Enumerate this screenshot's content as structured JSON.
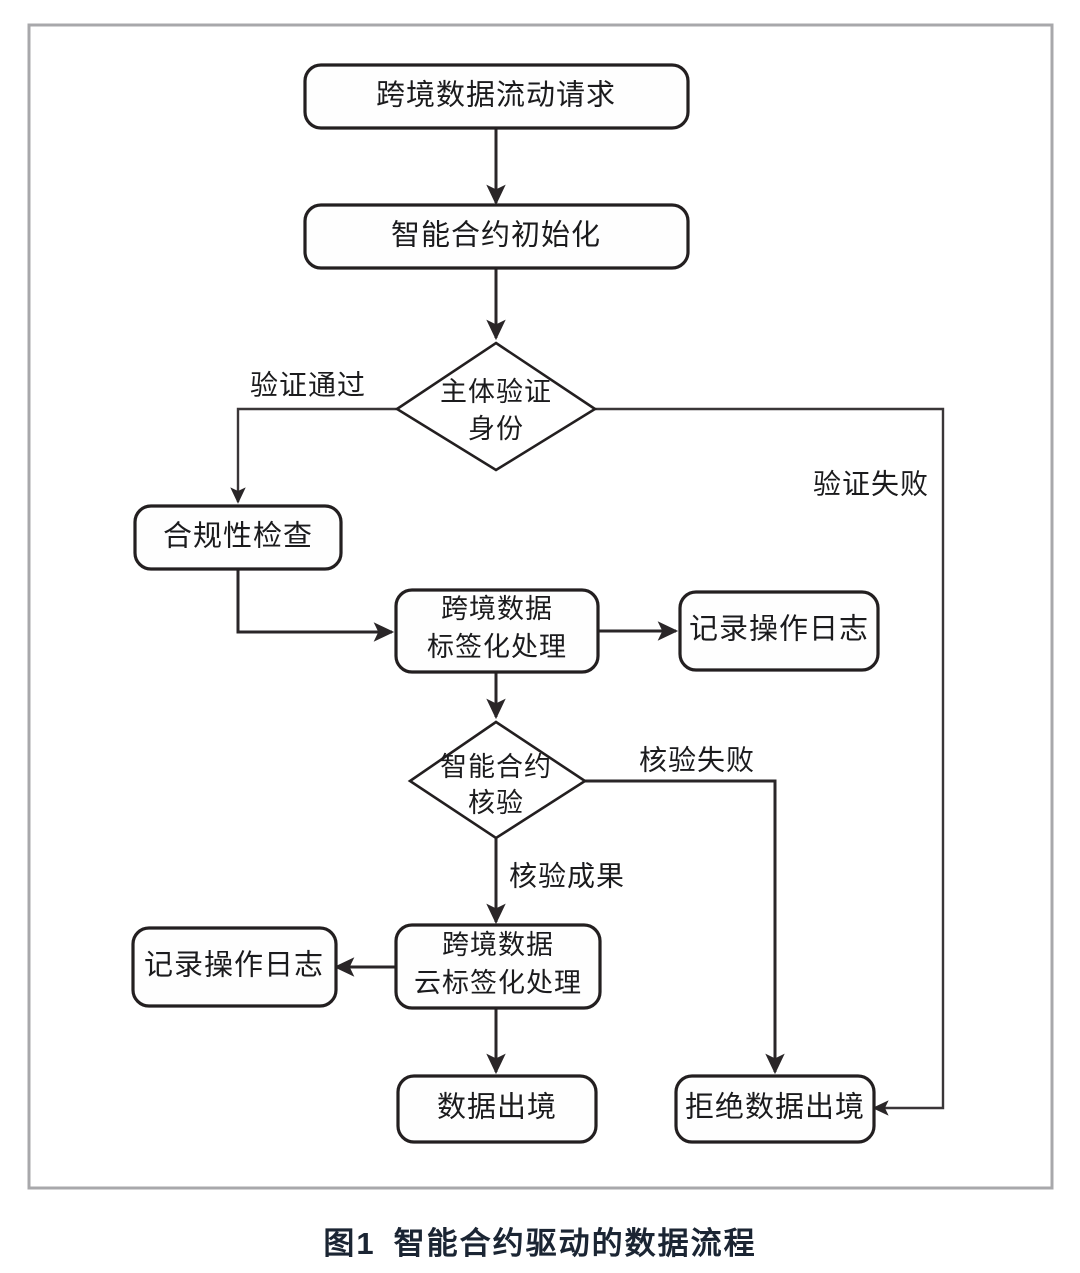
{
  "figure": {
    "caption_number": "图1",
    "caption_title": "智能合约驱动的数据流程",
    "frame_color": "#a8a8ab",
    "line_color": "#2a2628",
    "text_color": "#1b1b1d"
  },
  "diagram": {
    "type": "flowchart",
    "title": "智能合约驱动的数据流程",
    "nodes": [
      {
        "id": "request",
        "shape": "rounded-rect",
        "line1": "跨境数据流动请求",
        "line2": ""
      },
      {
        "id": "init",
        "shape": "rounded-rect",
        "line1": "智能合约初始化",
        "line2": ""
      },
      {
        "id": "identity",
        "shape": "diamond",
        "line1": "主体验证",
        "line2": "身份"
      },
      {
        "id": "compliance",
        "shape": "rounded-rect",
        "line1": "合规性检查",
        "line2": ""
      },
      {
        "id": "tagging",
        "shape": "rounded-rect",
        "line1": "跨境数据",
        "line2": "标签化处理"
      },
      {
        "id": "log-top",
        "shape": "rounded-rect",
        "line1": "记录操作日志",
        "line2": ""
      },
      {
        "id": "verify",
        "shape": "diamond",
        "line1": "智能合约",
        "line2": "核验"
      },
      {
        "id": "cloud-tagging",
        "shape": "rounded-rect",
        "line1": "跨境数据",
        "line2": "云标签化处理"
      },
      {
        "id": "log-bottom",
        "shape": "rounded-rect",
        "line1": "记录操作日志",
        "line2": ""
      },
      {
        "id": "export",
        "shape": "rounded-rect",
        "line1": "数据出境",
        "line2": ""
      },
      {
        "id": "reject",
        "shape": "rounded-rect",
        "line1": "拒绝数据出境",
        "line2": ""
      }
    ],
    "edges": [
      {
        "from": "request",
        "to": "init",
        "label": ""
      },
      {
        "from": "init",
        "to": "identity",
        "label": ""
      },
      {
        "from": "identity",
        "to": "compliance",
        "label": "验证通过"
      },
      {
        "from": "identity",
        "to": "reject",
        "label": "验证失败"
      },
      {
        "from": "compliance",
        "to": "tagging",
        "label": ""
      },
      {
        "from": "tagging",
        "to": "log-top",
        "label": ""
      },
      {
        "from": "tagging",
        "to": "verify",
        "label": ""
      },
      {
        "from": "verify",
        "to": "cloud-tagging",
        "label": "核验成果"
      },
      {
        "from": "verify",
        "to": "reject",
        "label": "核验失败"
      },
      {
        "from": "cloud-tagging",
        "to": "log-bottom",
        "label": ""
      },
      {
        "from": "cloud-tagging",
        "to": "export",
        "label": ""
      }
    ],
    "edge_labels": {
      "identity_pass": "验证通过",
      "identity_fail": "验证失败",
      "verify_fail": "核验失败",
      "verify_pass": "核验成果"
    }
  }
}
